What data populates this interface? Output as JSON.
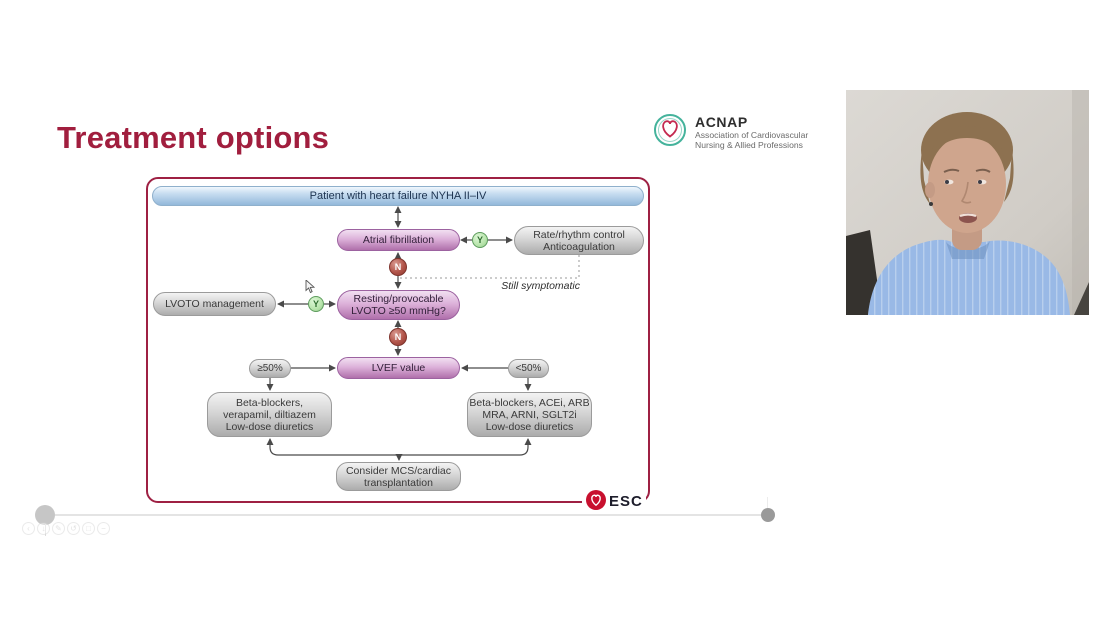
{
  "colors": {
    "title": "#A11E3E",
    "panel_border": "#9E2043",
    "esc_red": "#C8102E",
    "acnap_teal": "#45b39c",
    "acnap_red": "#c42a50",
    "pink_box": "#b070ab",
    "blue_box": "#93b8da",
    "gray_box": "#acacac",
    "yes_green": "#93c98a",
    "no_red": "#8e382f"
  },
  "slide": {
    "title": "Treatment options"
  },
  "acnap": {
    "name": "ACNAP",
    "subtitle_line1": "Association of Cardiovascular",
    "subtitle_line2": "Nursing & Allied Professions"
  },
  "flowchart": {
    "patient": "Patient with heart failure  NYHA II–IV",
    "atrial_fibrillation": "Atrial fibrillation",
    "rate_rhythm_line1": "Rate/rhythm control",
    "rate_rhythm_line2": "Anticoagulation",
    "still_symptomatic": "Still symptomatic",
    "lvoto_management": "LVOTO management",
    "resting_line1": "Resting/provocable",
    "resting_line2": "LVOTO ≥50 mmHg?",
    "lvef": "LVEF value",
    "ge50": "≥50%",
    "lt50": "<50%",
    "treatment_left": {
      "line1": "Beta-blockers,",
      "line2": "verapamil, diltiazem",
      "line3": "Low-dose diuretics"
    },
    "treatment_right": {
      "line1": "Beta-blockers, ACEi, ARB",
      "line2": "MRA, ARNI, SGLT2i",
      "line3": "Low-dose diuretics"
    },
    "mcs_line1": "Consider MCS/cardiac",
    "mcs_line2": "transplantation",
    "yes": "Y",
    "no": "N"
  },
  "esc": {
    "label": "ESC"
  },
  "player": {
    "controls": [
      {
        "name": "back",
        "glyph": "‹"
      },
      {
        "name": "arrow-down",
        "glyph": "↓"
      },
      {
        "name": "pen",
        "glyph": "✎"
      },
      {
        "name": "rotate",
        "glyph": "↺"
      },
      {
        "name": "frame",
        "glyph": "□"
      },
      {
        "name": "minus",
        "glyph": "−"
      }
    ]
  }
}
